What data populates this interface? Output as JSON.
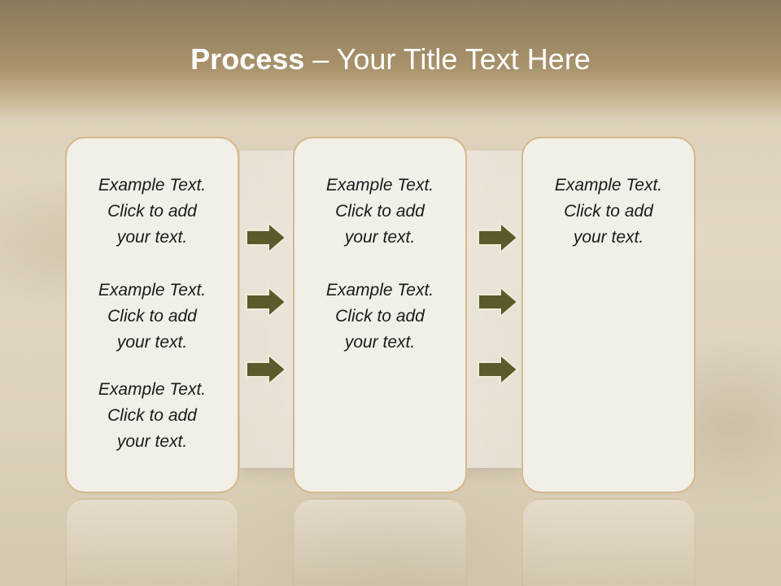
{
  "slide": {
    "title_bold": "Process",
    "title_rest": " – Your Title Text Here"
  },
  "columns": [
    {
      "items": [
        "Example Text.\nClick  to add\nyour text.",
        "Example Text.\nClick  to add\nyour text.",
        "Example Text.\nClick  to add\nyour text."
      ]
    },
    {
      "items": [
        "Example Text.\nClick  to add\nyour text.",
        "Example Text.\nClick  to add\nyour text."
      ]
    },
    {
      "items": [
        "Example Text.\nClick  to add\nyour text."
      ]
    }
  ],
  "colors": {
    "header": "#a8926b",
    "card_fill": "#f2efe8",
    "card_border": "#d6b98c",
    "arrow_fill": "#5a5a2c"
  }
}
